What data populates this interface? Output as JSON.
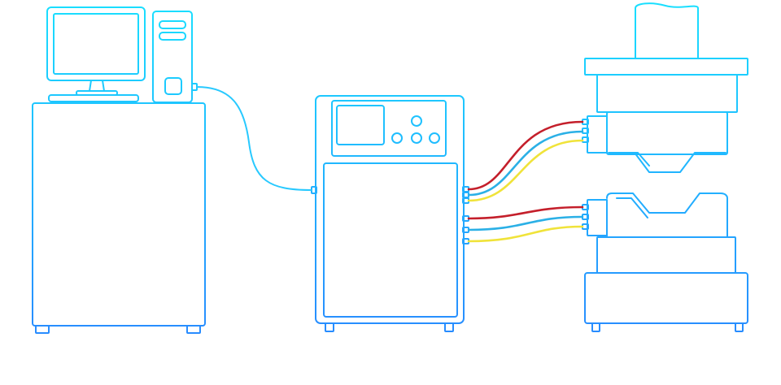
{
  "diagram": {
    "kind": "equipment-connection-schematic",
    "colors": {
      "outline_top": "#19e0ff",
      "outline_bottom": "#2a7fff",
      "cable_red": "#c41f2b",
      "cable_blue": "#2bb0e6",
      "cable_yellow": "#f0e33a",
      "background": "#ffffff"
    },
    "components": [
      {
        "id": "computer-workstation",
        "icon": "desktop-computer-icon"
      },
      {
        "id": "controller-unit",
        "icon": "control-cabinet-icon"
      },
      {
        "id": "press-mold-machine",
        "icon": "press-mold-icon"
      }
    ],
    "connections": [
      {
        "from": "computer-workstation",
        "to": "controller-unit",
        "type": "data-cable"
      },
      {
        "from": "controller-unit",
        "to": "press-mold-machine",
        "type": "cable-bundle-upper",
        "wires": [
          "red",
          "blue",
          "yellow"
        ]
      },
      {
        "from": "controller-unit",
        "to": "press-mold-machine",
        "type": "cable-bundle-lower",
        "wires": [
          "red",
          "blue",
          "yellow"
        ]
      }
    ]
  }
}
